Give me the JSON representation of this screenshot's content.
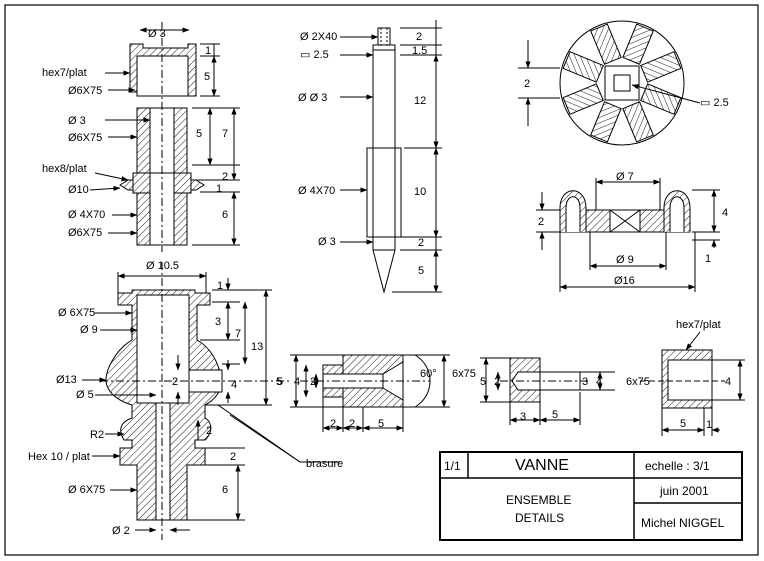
{
  "title_block": {
    "sheet": "1/1",
    "title": "VANNE",
    "scale": "echelle :  3/1",
    "subtitle_1": "ENSEMBLE",
    "subtitle_2": "DETAILS",
    "date": "juin 2001",
    "author": "Michel NIGGEL"
  },
  "part_top_left": {
    "d1": "Ø 3",
    "d2": "1",
    "d3": "5",
    "l_hex": "hex7/plat",
    "l_tube": "Ø6X75"
  },
  "part_mid_left": {
    "l_d3": "Ø 3",
    "l_tube": "Ø6X75",
    "d5": "5",
    "d7": "7",
    "l_hex": "hex8/plat",
    "l_d10": "Ø10",
    "d2": "2",
    "d1": "1",
    "l_tube2": "Ø 4X70",
    "l_tube3": "Ø6X75",
    "d6": "6"
  },
  "part_needle": {
    "l_top": "Ø 2X40",
    "l_sq": "▭ 2.5",
    "l_d3": "Ø Ø 3",
    "l_rod": "Ø 4X70",
    "l_bot": "Ø 3",
    "d2a": "2",
    "d15": "1.5",
    "d12": "12",
    "d10": "10",
    "d2b": "2",
    "d5": "5"
  },
  "part_wheel": {
    "d2": "2",
    "l_sq": "▭ 2.5"
  },
  "part_wheel_section": {
    "d7": "Ø 7",
    "d2": "2",
    "d4": "4",
    "d9": "Ø 9",
    "d1": "1",
    "d16": "Ø16"
  },
  "assembly": {
    "d105": "Ø 10.5",
    "l_tube": "Ø 6X75",
    "l_d9": "Ø 9",
    "l_d13": "Ø13",
    "l_d5": "Ø 5",
    "l_r2": "R2",
    "l_hex": "Hex 10 / plat",
    "l_tube2": "Ø 6X75",
    "l_d2": "Ø 2",
    "d1": "1",
    "d3": "3",
    "d7": "7",
    "d13": "13",
    "d2": "2",
    "d4": "4",
    "d5": "5",
    "d2b": "2",
    "d2c": "2",
    "d6": "6"
  },
  "part_nozzle": {
    "d5": "5",
    "d4": "4",
    "d2": "2",
    "angle": "60°",
    "l_tube": "6x75",
    "d2a": "2",
    "d2b": "2",
    "d5b": "5",
    "l_brasure": "brasure"
  },
  "part_sleeve": {
    "d5": "5",
    "d2": "2",
    "d3": "3",
    "d4": "4",
    "l3": "3",
    "l5": "5"
  },
  "part_nut": {
    "l_hex": "hex7/plat",
    "l_tube": "6x75",
    "d4": "4",
    "l5": "5",
    "l1": "1"
  }
}
